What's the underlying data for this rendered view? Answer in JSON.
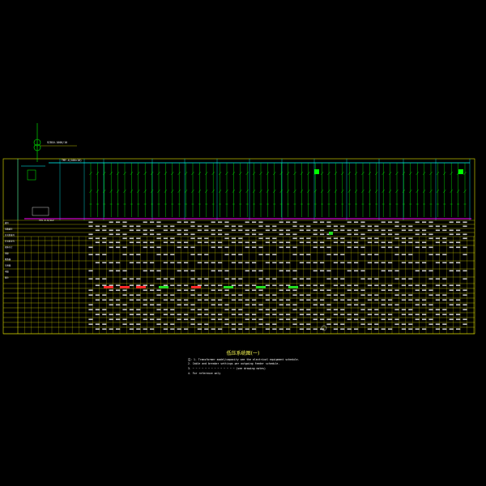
{
  "drawing": {
    "title": "低压系统图(一)",
    "notes": [
      "注: 1. Transformer model/capacity see the electrical equipment schedule.",
      "2. Cable and breaker settings per outgoing feeder schedule.",
      "3. ~ ~ ~ ~ ~ ~ ~ ~ ~ ~ ~ ~ ~ ~ (see drawing notes)",
      "4. For reference only"
    ],
    "busbar_label": "TMY-4(100×10)",
    "transformer_label": "SCB10-1000/10",
    "cable_label": "YJV-0.6/1kV",
    "row_labels": [
      "编号",
      "回路编号",
      "开关柜编号",
      "开关柜型号",
      "柜体尺寸",
      "用途",
      "断路器",
      "互感器",
      "电缆",
      "备注"
    ],
    "colors": {
      "frame": "#e6e600",
      "busbar": "#00ffff",
      "circuit": "#00ff00",
      "bottom_bus": "#ff00ff",
      "text": "#ffffff",
      "highlight_red": "#ff2a2a",
      "highlight_green": "#22dd22"
    }
  }
}
